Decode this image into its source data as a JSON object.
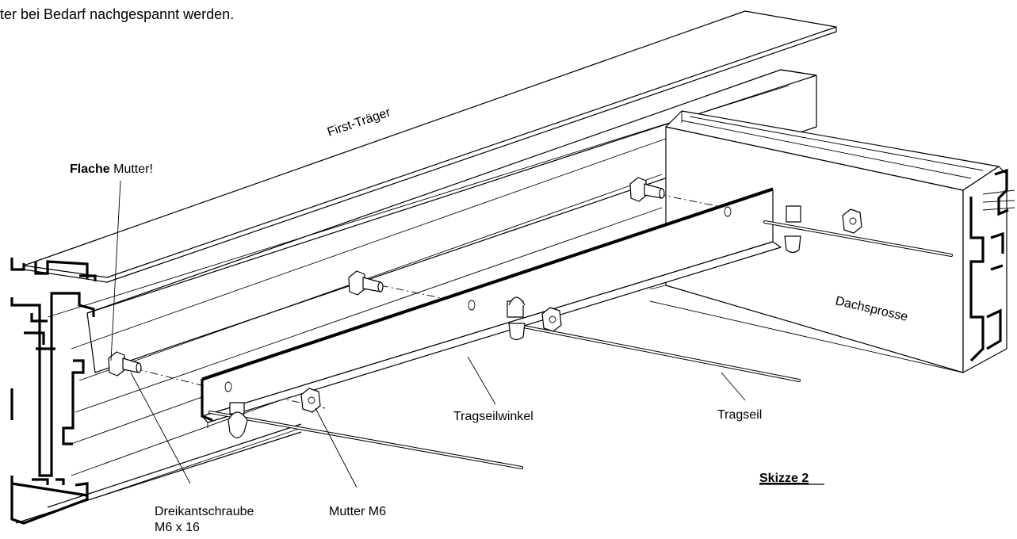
{
  "header_text": "ter bei Bedarf nachgespannt werden.",
  "labels": {
    "first_traeger": "First-Träger",
    "flache_bold": "Flache",
    "flache_rest": " Mutter!",
    "dachsprosse": "Dachsprosse",
    "tragseilwinkel": "Tragseilwinkel",
    "tragseil": "Tragseil",
    "dreikant_line1": "Dreikantschraube",
    "dreikant_line2": "M6 x 16",
    "mutter_m6": "Mutter M6",
    "skizze": "Skizze 2"
  }
}
